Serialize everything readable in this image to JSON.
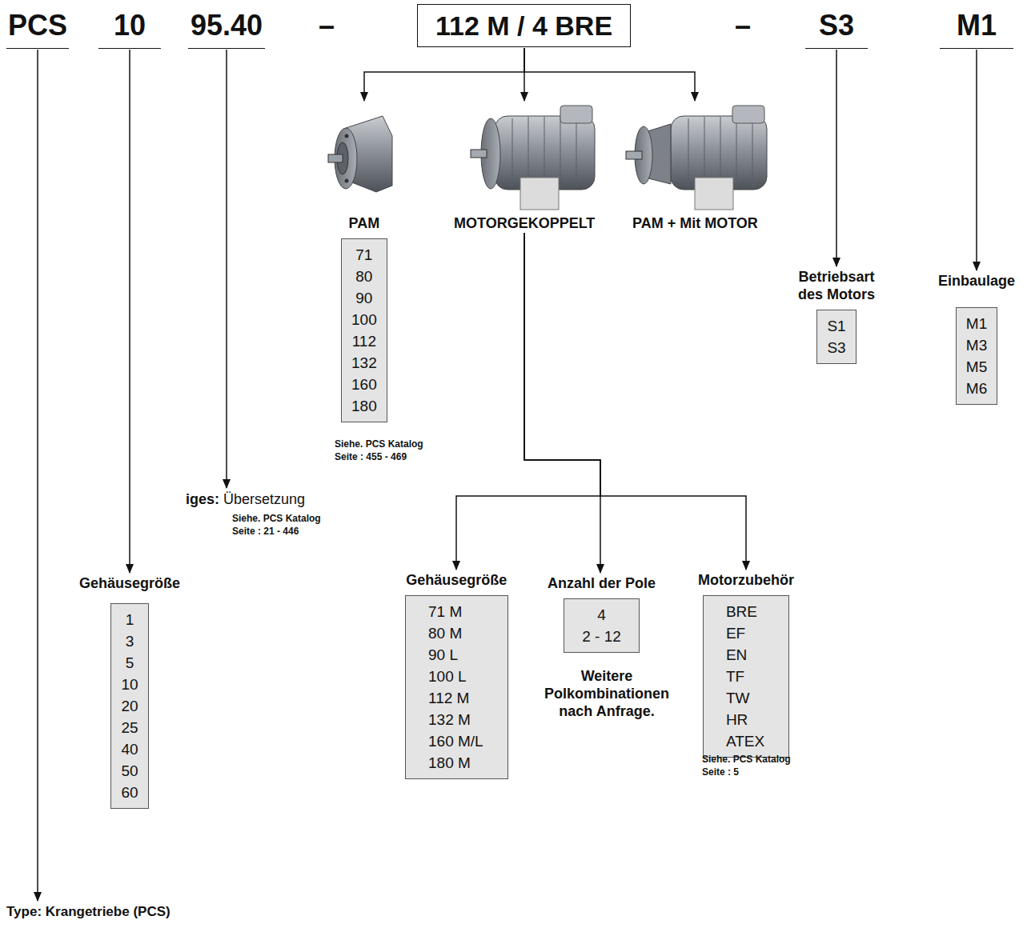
{
  "diagram": {
    "nodes": [
      {
        "text": [
          "PCS"
        ]
      },
      {
        "text": [
          "10"
        ]
      },
      {
        "text": [
          "95.40"
        ]
      },
      {
        "text": [
          "112 M / 4 BRE"
        ]
      },
      {
        "text": [
          "S3"
        ]
      },
      {
        "text": [
          "M1"
        ]
      },
      {
        "text": [
          "PAM",
          "71",
          "80",
          "90",
          "100",
          "112",
          "132",
          "160",
          "180"
        ]
      },
      {
        "text": [
          "MOTORGEKOPPELT"
        ]
      },
      {
        "text": [
          "PAM + Mit MOTOR"
        ]
      },
      {
        "text": [
          "Betriebsart des Motors",
          "S1",
          "S3"
        ]
      },
      {
        "text": [
          "Einbaulage",
          "M1",
          "M3",
          "M5",
          "M6"
        ]
      },
      {
        "text": [
          "iges:",
          "Übersetzung"
        ]
      },
      {
        "text": [
          "Gehäusegröße",
          "1",
          "3",
          "5",
          "10",
          "20",
          "25",
          "40",
          "50",
          "60"
        ]
      },
      {
        "text": [
          "Gehäusegröße",
          "71 M",
          "80 M",
          "90 L",
          "100 L",
          "112 M",
          "132 M",
          "160 M/L",
          "180 M"
        ]
      },
      {
        "text": [
          "Anzahl der Pole",
          "4",
          "2 - 12"
        ]
      },
      {
        "text": [
          "Motorzubehör",
          "BRE",
          "EF",
          "EN",
          "TF",
          "TW",
          "HR",
          "ATEX"
        ]
      },
      {
        "text": [
          "Type: Krangetriebe (PCS)"
        ]
      }
    ],
    "edges": [
      {
        "from": 0,
        "to": 16,
        "arrow": "to"
      },
      {
        "from": 1,
        "to": 12,
        "arrow": "to"
      },
      {
        "from": 2,
        "to": 11,
        "arrow": "to"
      },
      {
        "from": 3,
        "to": 6,
        "arrow": "to"
      },
      {
        "from": 3,
        "to": 7,
        "arrow": "to"
      },
      {
        "from": 3,
        "to": 8,
        "arrow": "to"
      },
      {
        "from": 7,
        "to": 13,
        "arrow": "to"
      },
      {
        "from": 7,
        "to": 14,
        "arrow": "to"
      },
      {
        "from": 7,
        "to": 15,
        "arrow": "to"
      },
      {
        "from": 4,
        "to": 9,
        "arrow": "to"
      },
      {
        "from": 5,
        "to": 10,
        "arrow": "to"
      }
    ],
    "labels": [
      "–",
      "–",
      "Siehe. PCS Katalog Seite : 455 - 469",
      "Siehe. PCS Katalog Seite : 21 - 446",
      "Weitere Polkombinationen nach Anfrage.",
      "Siehe. PCS Katalog Seite : 5"
    ]
  }
}
